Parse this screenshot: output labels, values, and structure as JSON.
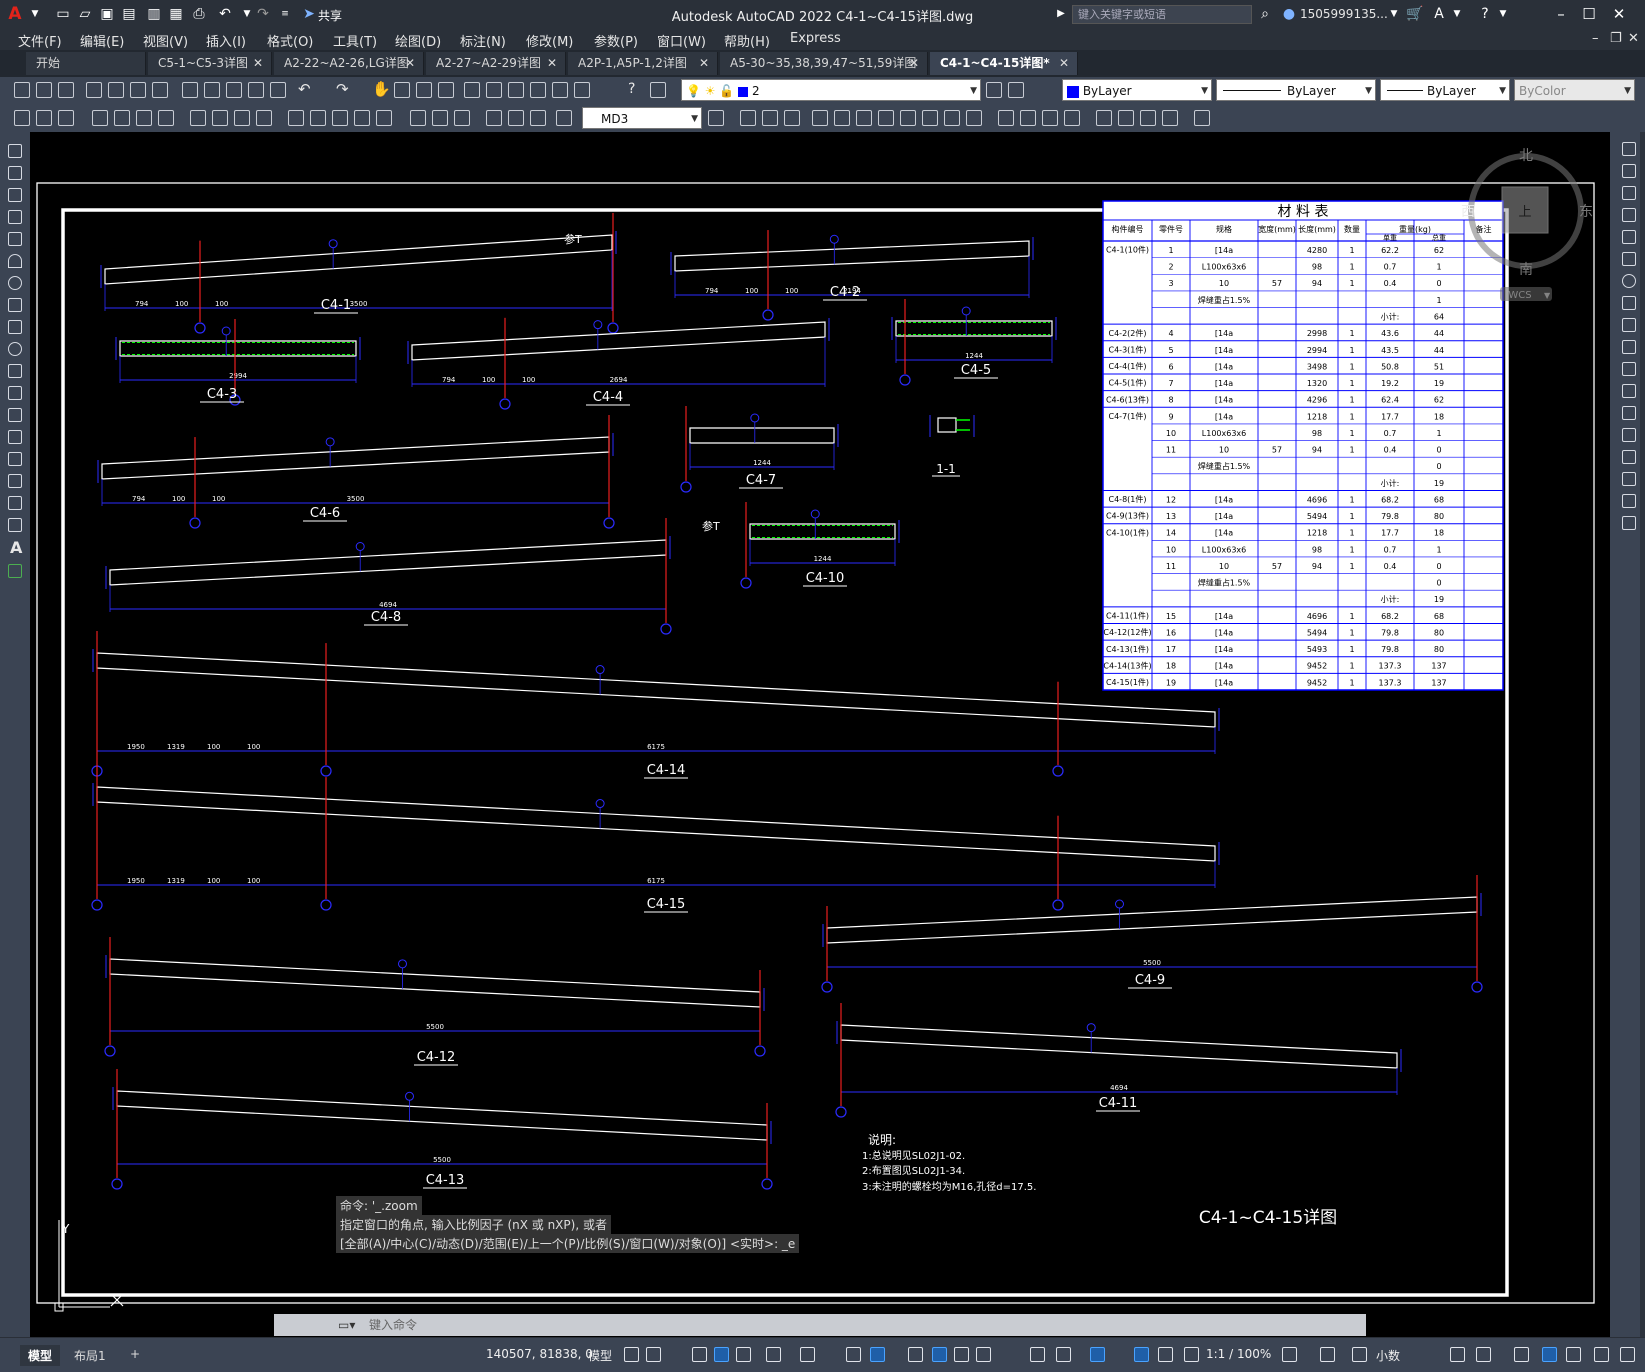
{
  "app": {
    "title": "Autodesk AutoCAD 2022    C4-1~C4-15详图.dwg",
    "share_label": "共享",
    "search_placeholder": "键入关键字或短语",
    "user": "1505999135...",
    "menu": [
      "文件(F)",
      "编辑(E)",
      "视图(V)",
      "插入(I)",
      "格式(O)",
      "工具(T)",
      "绘图(D)",
      "标注(N)",
      "修改(M)",
      "参数(P)",
      "窗口(W)",
      "帮助(H)",
      "Express"
    ]
  },
  "tabs": [
    {
      "label": "开始",
      "active": false
    },
    {
      "label": "C5-1~C5-3详图",
      "active": false
    },
    {
      "label": "A2-22~A2-26,LG详图",
      "active": false
    },
    {
      "label": "A2-27~A2-29详图",
      "active": false
    },
    {
      "label": "A2P-1,A5P-1,2详图",
      "active": false
    },
    {
      "label": "A5-30~35,38,39,47~51,59详图",
      "active": false
    },
    {
      "label": "C4-1~C4-15详图*",
      "active": true
    }
  ],
  "toolbar": {
    "layer_value": "2",
    "color_value": "ByLayer",
    "linetype_value": "ByLayer",
    "lineweight_value": "ByLayer",
    "plotstyle_value": "ByColor",
    "dimstyle_value": "MD3"
  },
  "viewcube": {
    "north": "北",
    "south": "南",
    "east": "东",
    "west": "西",
    "top": "上",
    "wcs": "WCS"
  },
  "drawing": {
    "members": [
      {
        "id": "C4-1",
        "length": "3500",
        "dims": [
          "794",
          "100",
          "100"
        ],
        "ref_label": "参T"
      },
      {
        "id": "C4-2",
        "length": "2194",
        "dims": [
          "794",
          "100",
          "100"
        ]
      },
      {
        "id": "C4-3",
        "length": "2994"
      },
      {
        "id": "C4-4",
        "length": "2694",
        "dims": [
          "794",
          "100",
          "100"
        ]
      },
      {
        "id": "C4-5",
        "length": "1244"
      },
      {
        "id": "C4-6",
        "length": "3500",
        "dims": [
          "794",
          "100",
          "100"
        ]
      },
      {
        "id": "C4-7",
        "length": "1244"
      },
      {
        "id": "1-1",
        "length": ""
      },
      {
        "id": "C4-8",
        "length": "4694"
      },
      {
        "id": "C4-10",
        "length": "1244",
        "ref_label": "参T"
      },
      {
        "id": "C4-14",
        "length": "6175",
        "dims": [
          "1950",
          "1319",
          "100",
          "100"
        ]
      },
      {
        "id": "C4-15",
        "length": "6175",
        "dims": [
          "1950",
          "1319",
          "100",
          "100"
        ]
      },
      {
        "id": "C4-9",
        "length": "5500"
      },
      {
        "id": "C4-12",
        "length": "5500"
      },
      {
        "id": "C4-11",
        "length": "4694"
      },
      {
        "id": "C4-13",
        "length": "5500"
      }
    ],
    "notes_title": "说明:",
    "notes": [
      "1:总说明见SL02J1-02.",
      "2:布置图见SL02J1-34.",
      "3:未注明的螺栓均为M16,孔径d=17.5."
    ],
    "sheet_title": "C4-1~C4-15详图",
    "ucs_label": "Y"
  },
  "material_table": {
    "title": "材  料  表",
    "headers": [
      "构件编号",
      "零件号",
      "规格",
      "宽度(mm)",
      "长度(mm)",
      "数量",
      "重量(kg)",
      "备注"
    ],
    "weight_subheaders": [
      "单重",
      "总重"
    ],
    "rows": [
      [
        "C4-1(10件)",
        "1",
        "[14a",
        "",
        "4280",
        "1",
        "62.2",
        "62"
      ],
      [
        "",
        "2",
        "L100x63x6",
        "",
        "98",
        "1",
        "0.7",
        "1"
      ],
      [
        "",
        "3",
        "10",
        "57",
        "94",
        "1",
        "0.4",
        "0"
      ],
      [
        "",
        "",
        "焊缝重占1.5%",
        "",
        "",
        "",
        "",
        "1"
      ],
      [
        "",
        "",
        "",
        "",
        "",
        "",
        "小计:",
        "64"
      ],
      [
        "C4-2(2件)",
        "4",
        "[14a",
        "",
        "2998",
        "1",
        "43.6",
        "44"
      ],
      [
        "C4-3(1件)",
        "5",
        "[14a",
        "",
        "2994",
        "1",
        "43.5",
        "44"
      ],
      [
        "C4-4(1件)",
        "6",
        "[14a",
        "",
        "3498",
        "1",
        "50.8",
        "51"
      ],
      [
        "C4-5(1件)",
        "7",
        "[14a",
        "",
        "1320",
        "1",
        "19.2",
        "19"
      ],
      [
        "C4-6(13件)",
        "8",
        "[14a",
        "",
        "4296",
        "1",
        "62.4",
        "62"
      ],
      [
        "C4-7(1件)",
        "9",
        "[14a",
        "",
        "1218",
        "1",
        "17.7",
        "18"
      ],
      [
        "",
        "10",
        "L100x63x6",
        "",
        "98",
        "1",
        "0.7",
        "1"
      ],
      [
        "",
        "11",
        "10",
        "57",
        "94",
        "1",
        "0.4",
        "0"
      ],
      [
        "",
        "",
        "焊缝重占1.5%",
        "",
        "",
        "",
        "",
        "0"
      ],
      [
        "",
        "",
        "",
        "",
        "",
        "",
        "小计:",
        "19"
      ],
      [
        "C4-8(1件)",
        "12",
        "[14a",
        "",
        "4696",
        "1",
        "68.2",
        "68"
      ],
      [
        "C4-9(13件)",
        "13",
        "[14a",
        "",
        "5494",
        "1",
        "79.8",
        "80"
      ],
      [
        "C4-10(1件)",
        "14",
        "[14a",
        "",
        "1218",
        "1",
        "17.7",
        "18"
      ],
      [
        "",
        "10",
        "L100x63x6",
        "",
        "98",
        "1",
        "0.7",
        "1"
      ],
      [
        "",
        "11",
        "10",
        "57",
        "94",
        "1",
        "0.4",
        "0"
      ],
      [
        "",
        "",
        "焊缝重占1.5%",
        "",
        "",
        "",
        "",
        "0"
      ],
      [
        "",
        "",
        "",
        "",
        "",
        "",
        "小计:",
        "19"
      ],
      [
        "C4-11(1件)",
        "15",
        "[14a",
        "",
        "4696",
        "1",
        "68.2",
        "68"
      ],
      [
        "C4-12(12件)",
        "16",
        "[14a",
        "",
        "5494",
        "1",
        "79.8",
        "80"
      ],
      [
        "C4-13(1件)",
        "17",
        "[14a",
        "",
        "5493",
        "1",
        "79.8",
        "80"
      ],
      [
        "C4-14(13件)",
        "18",
        "[14a",
        "",
        "9452",
        "1",
        "137.3",
        "137"
      ],
      [
        "C4-15(1件)",
        "19",
        "[14a",
        "",
        "9452",
        "1",
        "137.3",
        "137"
      ]
    ]
  },
  "command": {
    "history": [
      "命令: '_.zoom",
      "指定窗口的角点, 输入比例因子 (nX 或 nXP), 或者",
      "[全部(A)/中心(C)/动态(D)/范围(E)/上一个(P)/比例(S)/窗口(W)/对象(O)] <实时>: _e"
    ],
    "placeholder": "键入命令"
  },
  "status": {
    "tabs": [
      {
        "label": "模型",
        "active": true
      },
      {
        "label": "布局1",
        "active": false
      }
    ],
    "add_tab": "+",
    "coords": "140507, 81838, 0",
    "space": "模型",
    "scale": "1:1 / 100%",
    "units": "小数"
  },
  "colors": {
    "background": "#000000",
    "frame": "#ffffff",
    "table_line": "#0000ff",
    "axis": "#ff0000",
    "dim": "#0000ff",
    "member": "#ffffff",
    "weld": "#00ff00"
  }
}
